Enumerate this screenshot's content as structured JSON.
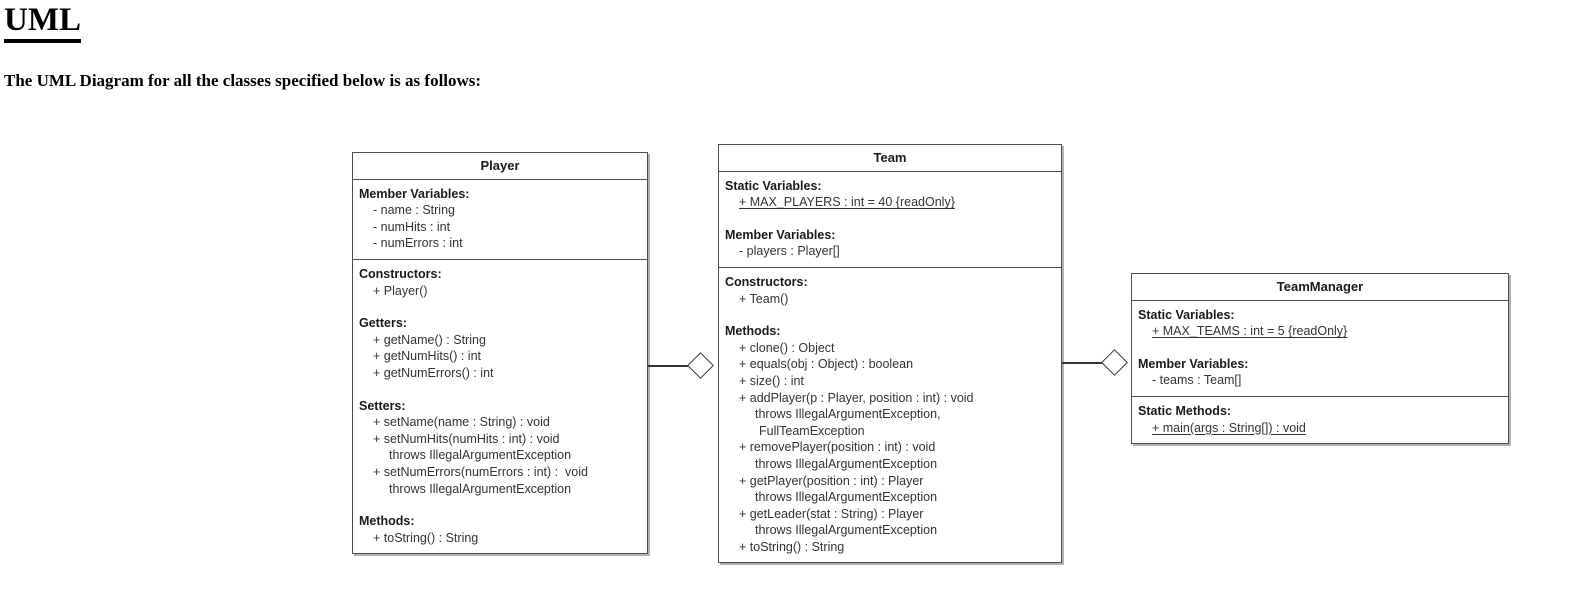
{
  "document": {
    "title": "UML",
    "subtitle": "The UML Diagram for all the classes specified below is as follows:"
  },
  "diagram": {
    "type": "uml-class-diagram",
    "classes": [
      {
        "id": "player",
        "name": "Player",
        "compartments": [
          {
            "groups": [
              {
                "label": "Member Variables:",
                "items": [
                  {
                    "text": "- name : String"
                  },
                  {
                    "text": "- numHits : int"
                  },
                  {
                    "text": "- numErrors : int"
                  }
                ]
              }
            ]
          },
          {
            "groups": [
              {
                "label": "Constructors:",
                "items": [
                  {
                    "text": "+ Player()"
                  }
                ]
              },
              {
                "label": "Getters:",
                "items": [
                  {
                    "text": "+ getName() : String"
                  },
                  {
                    "text": "+ getNumHits() : int"
                  },
                  {
                    "text": "+ getNumErrors() : int"
                  }
                ]
              },
              {
                "label": "Setters:",
                "items": [
                  {
                    "text": "+ setName(name : String) : void"
                  },
                  {
                    "text": "+ setNumHits(numHits : int) : void"
                  },
                  {
                    "text": "throws IllegalArgumentException",
                    "continuation": true
                  },
                  {
                    "text": "+ setNumErrors(numErrors : int) :  void"
                  },
                  {
                    "text": "throws IllegalArgumentException",
                    "continuation": true
                  }
                ]
              },
              {
                "label": "Methods:",
                "items": [
                  {
                    "text": "+ toString() : String"
                  }
                ]
              }
            ]
          }
        ]
      },
      {
        "id": "team",
        "name": "Team",
        "compartments": [
          {
            "groups": [
              {
                "label": "Static Variables:",
                "items": [
                  {
                    "text": "+ MAX_PLAYERS : int = 40 {readOnly}",
                    "static": true
                  }
                ]
              },
              {
                "label": "Member Variables:",
                "items": [
                  {
                    "text": "- players : Player[]"
                  }
                ]
              }
            ]
          },
          {
            "groups": [
              {
                "label": "Constructors:",
                "items": [
                  {
                    "text": "+ Team()"
                  }
                ]
              },
              {
                "label": "Methods:",
                "items": [
                  {
                    "text": "+ clone() : Object"
                  },
                  {
                    "text": "+ equals(obj : Object) : boolean"
                  },
                  {
                    "text": "+ size() : int"
                  },
                  {
                    "text": "+ addPlayer(p : Player, position : int) : void"
                  },
                  {
                    "text": "throws IllegalArgumentException,",
                    "continuation": true
                  },
                  {
                    "text": "FullTeamException",
                    "continuation2": true
                  },
                  {
                    "text": "+ removePlayer(position : int) : void"
                  },
                  {
                    "text": "throws IllegalArgumentException",
                    "continuation": true
                  },
                  {
                    "text": "+ getPlayer(position : int) : Player"
                  },
                  {
                    "text": "throws IllegalArgumentException",
                    "continuation": true
                  },
                  {
                    "text": "+ getLeader(stat : String) : Player"
                  },
                  {
                    "text": "throws IllegalArgumentException",
                    "continuation": true
                  },
                  {
                    "text": "+ toString() : String"
                  }
                ]
              }
            ]
          }
        ]
      },
      {
        "id": "teammanager",
        "name": "TeamManager",
        "compartments": [
          {
            "groups": [
              {
                "label": "Static Variables:",
                "items": [
                  {
                    "text": "+ MAX_TEAMS : int = 5 {readOnly}",
                    "static": true
                  }
                ]
              },
              {
                "label": "Member Variables:",
                "items": [
                  {
                    "text": "- teams : Team[]"
                  }
                ]
              }
            ]
          },
          {
            "groups": [
              {
                "label": "Static Methods:",
                "items": [
                  {
                    "text": "+ main(args : String[]) : void",
                    "static": true
                  }
                ]
              }
            ]
          }
        ]
      }
    ],
    "relationships": [
      {
        "id": "player-team",
        "from": "Player",
        "to": "Team",
        "kind": "aggregation"
      },
      {
        "id": "team-teammanager",
        "from": "Team",
        "to": "TeamManager",
        "kind": "aggregation"
      }
    ]
  }
}
